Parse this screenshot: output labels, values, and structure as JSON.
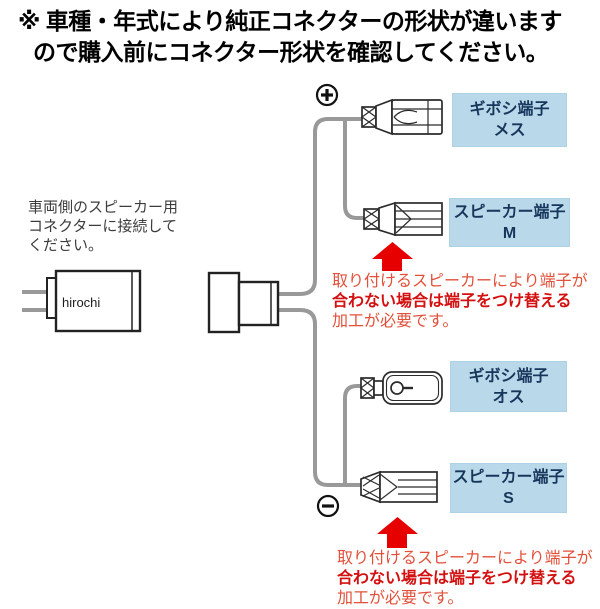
{
  "notice": {
    "line1": "※ 車種・年式により純正コネクターの形状が違います",
    "line2": "ので購入前にコネクター形状を確認してください。"
  },
  "instruction": {
    "line1": "車両側のスピーカー用",
    "line2": "コネクターに接続して",
    "line3": "ください。"
  },
  "adapter": {
    "brand_label": "hirochi"
  },
  "polarity": {
    "plus_icon": "＋",
    "minus_icon": "－"
  },
  "terminal_labels": [
    {
      "line1": "ギボシ端子",
      "line2": "メス"
    },
    {
      "line1": "スピーカー端子",
      "line2": "M"
    },
    {
      "line1": "ギボシ端子",
      "line2": "オス"
    },
    {
      "line1": "スピーカー端子",
      "line2": "S"
    }
  ],
  "warning": {
    "line1": "取り付けるスピーカーにより端子が",
    "line2": "合わない場合は端子をつけ替える",
    "line3": "加工が必要です。"
  },
  "colors": {
    "label_bg": "#b9d9ea",
    "label_text": "#17365c",
    "warning_text": "#e2503a",
    "warning_text_bold": "#d40f0f",
    "arrow_red": "#e60000",
    "wire_gray": "#999999",
    "outline_dark": "#222222"
  }
}
